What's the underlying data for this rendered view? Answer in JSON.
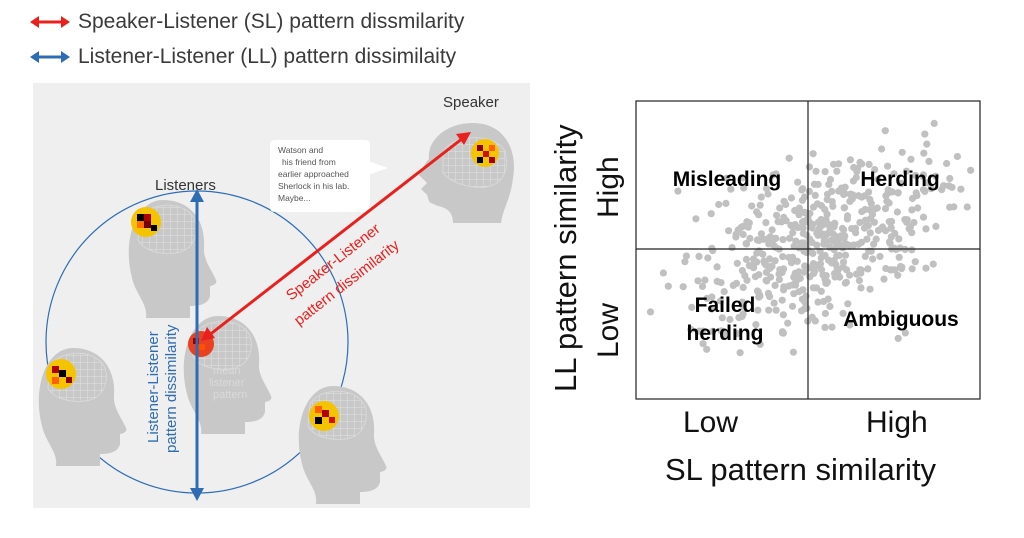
{
  "legend": {
    "sl_label": "Speaker-Listener (SL) pattern dissmilarity",
    "ll_label": "Listener-Listener (LL) pattern dissimilaity",
    "sl_color": "#e8201e",
    "ll_color": "#2e6db4"
  },
  "diagram": {
    "speaker_label": "Speaker",
    "listeners_label": "Listeners",
    "speech_bubble_lines": [
      "Watson and",
      "his friend from",
      "earlier approached",
      "Sherlock in his lab.",
      "Maybe..."
    ],
    "sl_arrow_label_line1": "Speaker-Listener",
    "sl_arrow_label_line2": "pattern dissimilarity",
    "ll_arrow_label_line1": "Listener-Listener",
    "ll_arrow_label_line2": "pattern dissimilarity",
    "mean_pattern_line1": "mean",
    "mean_pattern_line2": "listener",
    "mean_pattern_line3": "pattern",
    "head_color": "#c8c8c8",
    "grid_color": "#d8d8d8"
  },
  "quadrant_plot": {
    "quadrants": {
      "top_left": "Misleading",
      "top_right": "Herding",
      "bottom_left_line1": "Failed",
      "bottom_left_line2": "herding",
      "bottom_right": "Ambiguous"
    },
    "x_low": "Low",
    "x_high": "High",
    "x_title": "SL pattern similarity",
    "y_low": "Low",
    "y_high": "High",
    "y_title": "LL pattern similarity",
    "point_color": "#c0c0c0"
  }
}
